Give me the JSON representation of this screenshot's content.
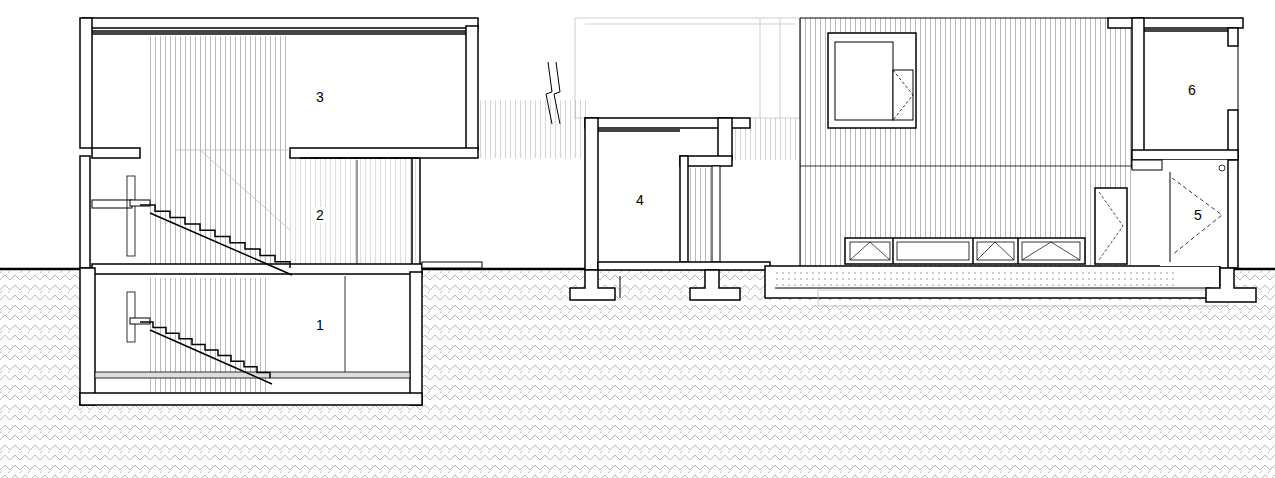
{
  "diagram": {
    "labels": [
      "3",
      "2",
      "1",
      "4",
      "6",
      "5"
    ]
  }
}
